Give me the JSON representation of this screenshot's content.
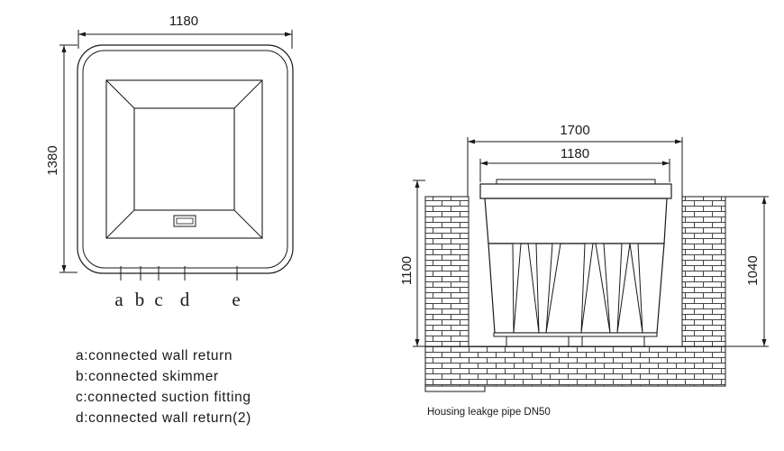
{
  "top_view": {
    "width_label": "1180",
    "height_label": "1380",
    "connection_letters": [
      "a",
      "b",
      "c",
      "d",
      "e"
    ]
  },
  "legend": [
    {
      "key": "a",
      "text": "connected wall return"
    },
    {
      "key": "b",
      "text": "connected skimmer"
    },
    {
      "key": "c",
      "text": "connected suction fitting"
    },
    {
      "key": "d",
      "text": "connected wall return(2)"
    }
  ],
  "section_view": {
    "outer_width_label": "1700",
    "inner_width_label": "1180",
    "pit_depth_label": "1100",
    "tank_height_label": "1040",
    "caption": "Housing leakge pipe DN50"
  }
}
